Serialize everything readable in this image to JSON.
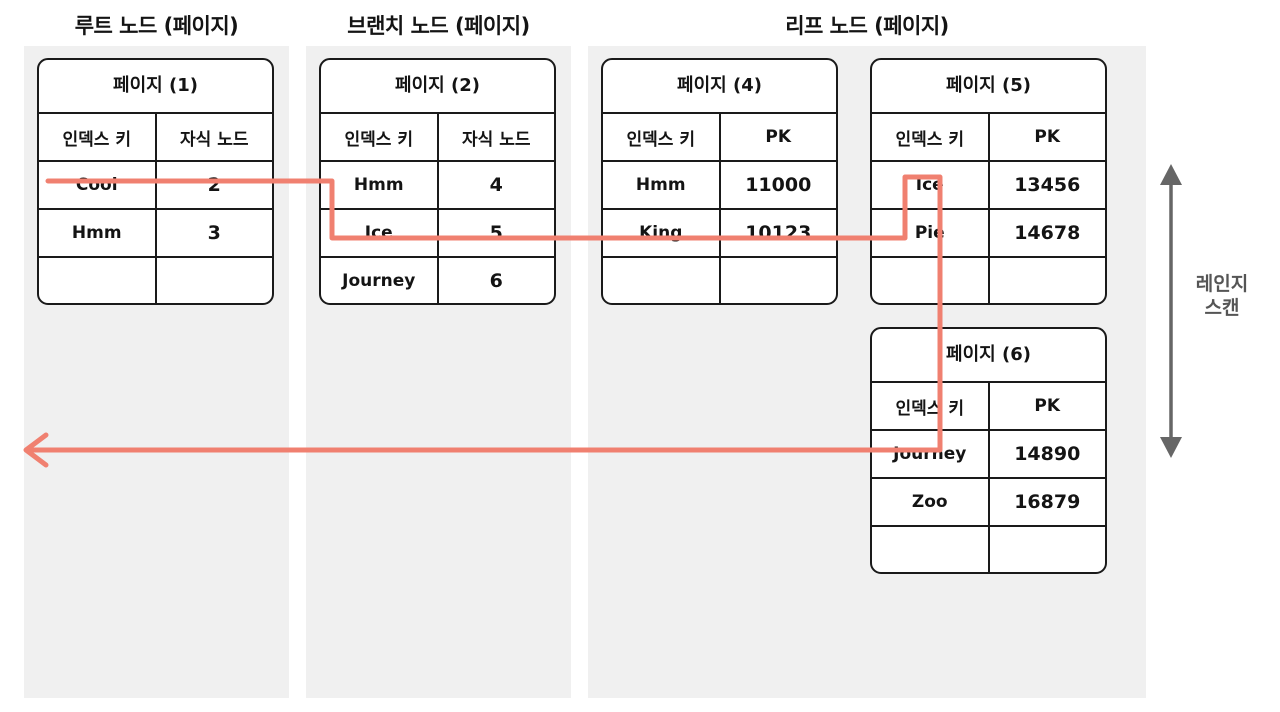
{
  "columns": [
    {
      "title": "루트 노드 (페이지)"
    },
    {
      "title": "브랜치 노드 (페이지)"
    },
    {
      "title": "리프 노드 (페이지)"
    }
  ],
  "root_page": {
    "title": "페이지 (1)",
    "headers": [
      "인덱스 키",
      "자식 노드"
    ],
    "rows": [
      [
        "Cool",
        "2"
      ],
      [
        "Hmm",
        "3"
      ],
      [
        "",
        ""
      ]
    ]
  },
  "branch_page": {
    "title": "페이지 (2)",
    "headers": [
      "인덱스 키",
      "자식 노드"
    ],
    "rows": [
      [
        "Hmm",
        "4"
      ],
      [
        "Ice",
        "5"
      ],
      [
        "Journey",
        "6"
      ]
    ]
  },
  "leaf_pages": [
    {
      "title": "페이지 (4)",
      "headers": [
        "인덱스 키",
        "PK"
      ],
      "rows": [
        [
          "Hmm",
          "11000"
        ],
        [
          "King",
          "10123"
        ],
        [
          "",
          ""
        ]
      ]
    },
    {
      "title": "페이지 (5)",
      "headers": [
        "인덱스 키",
        "PK"
      ],
      "rows": [
        [
          "Ice",
          "13456"
        ],
        [
          "Pie",
          "14678"
        ],
        [
          "",
          ""
        ]
      ]
    },
    {
      "title": "페이지 (6)",
      "headers": [
        "인덱스 키",
        "PK"
      ],
      "rows": [
        [
          "Journey",
          "14890"
        ],
        [
          "Zoo",
          "16879"
        ],
        [
          "",
          ""
        ]
      ]
    }
  ],
  "range_scan_label": [
    "레인지",
    "스캔"
  ],
  "colors": {
    "scan_path": "#f08070",
    "range_arrow": "#666666",
    "column_background": "#f0f0f0",
    "table_border": "#1a1a1a"
  }
}
